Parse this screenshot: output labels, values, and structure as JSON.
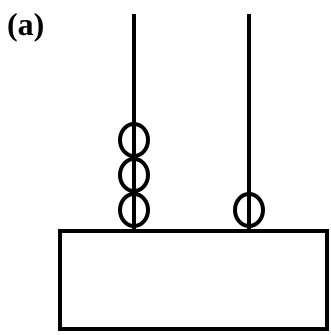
{
  "figure": {
    "panel_label": "(a)",
    "abacus": {
      "rods": [
        {
          "name": "left-rod",
          "bead_count": 3
        },
        {
          "name": "right-rod",
          "bead_count": 1
        }
      ]
    },
    "colors": {
      "stroke": "#000000",
      "background": "#ffffff"
    }
  }
}
